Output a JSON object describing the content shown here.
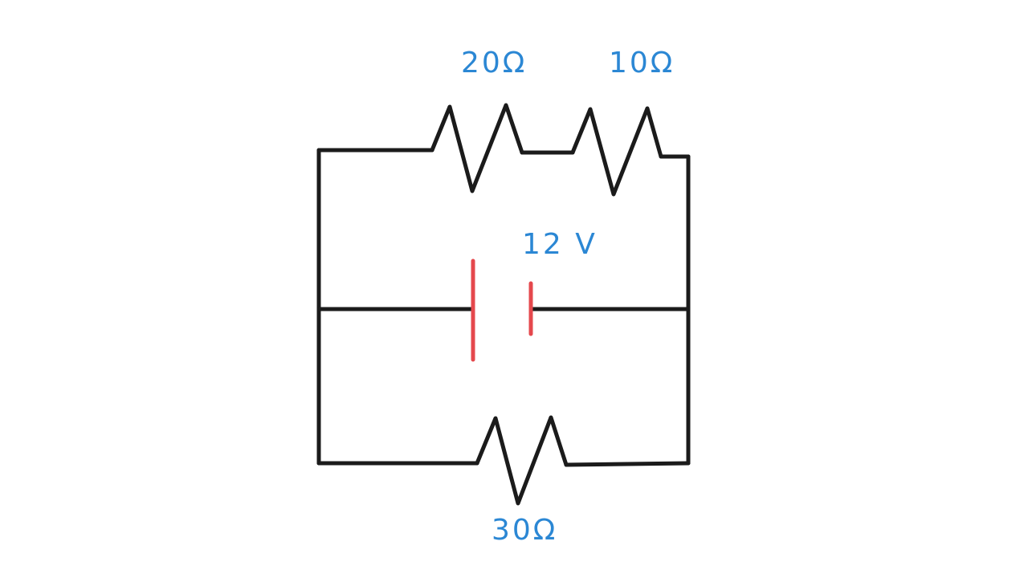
{
  "colors": {
    "wire": "#1b1b1b",
    "battery": "#e5484d",
    "label": "#2b87d4",
    "background": "#ffffff"
  },
  "labels": {
    "r1": "20Ω",
    "r2": "10Ω",
    "battery": "12 V",
    "r3": "30Ω"
  }
}
